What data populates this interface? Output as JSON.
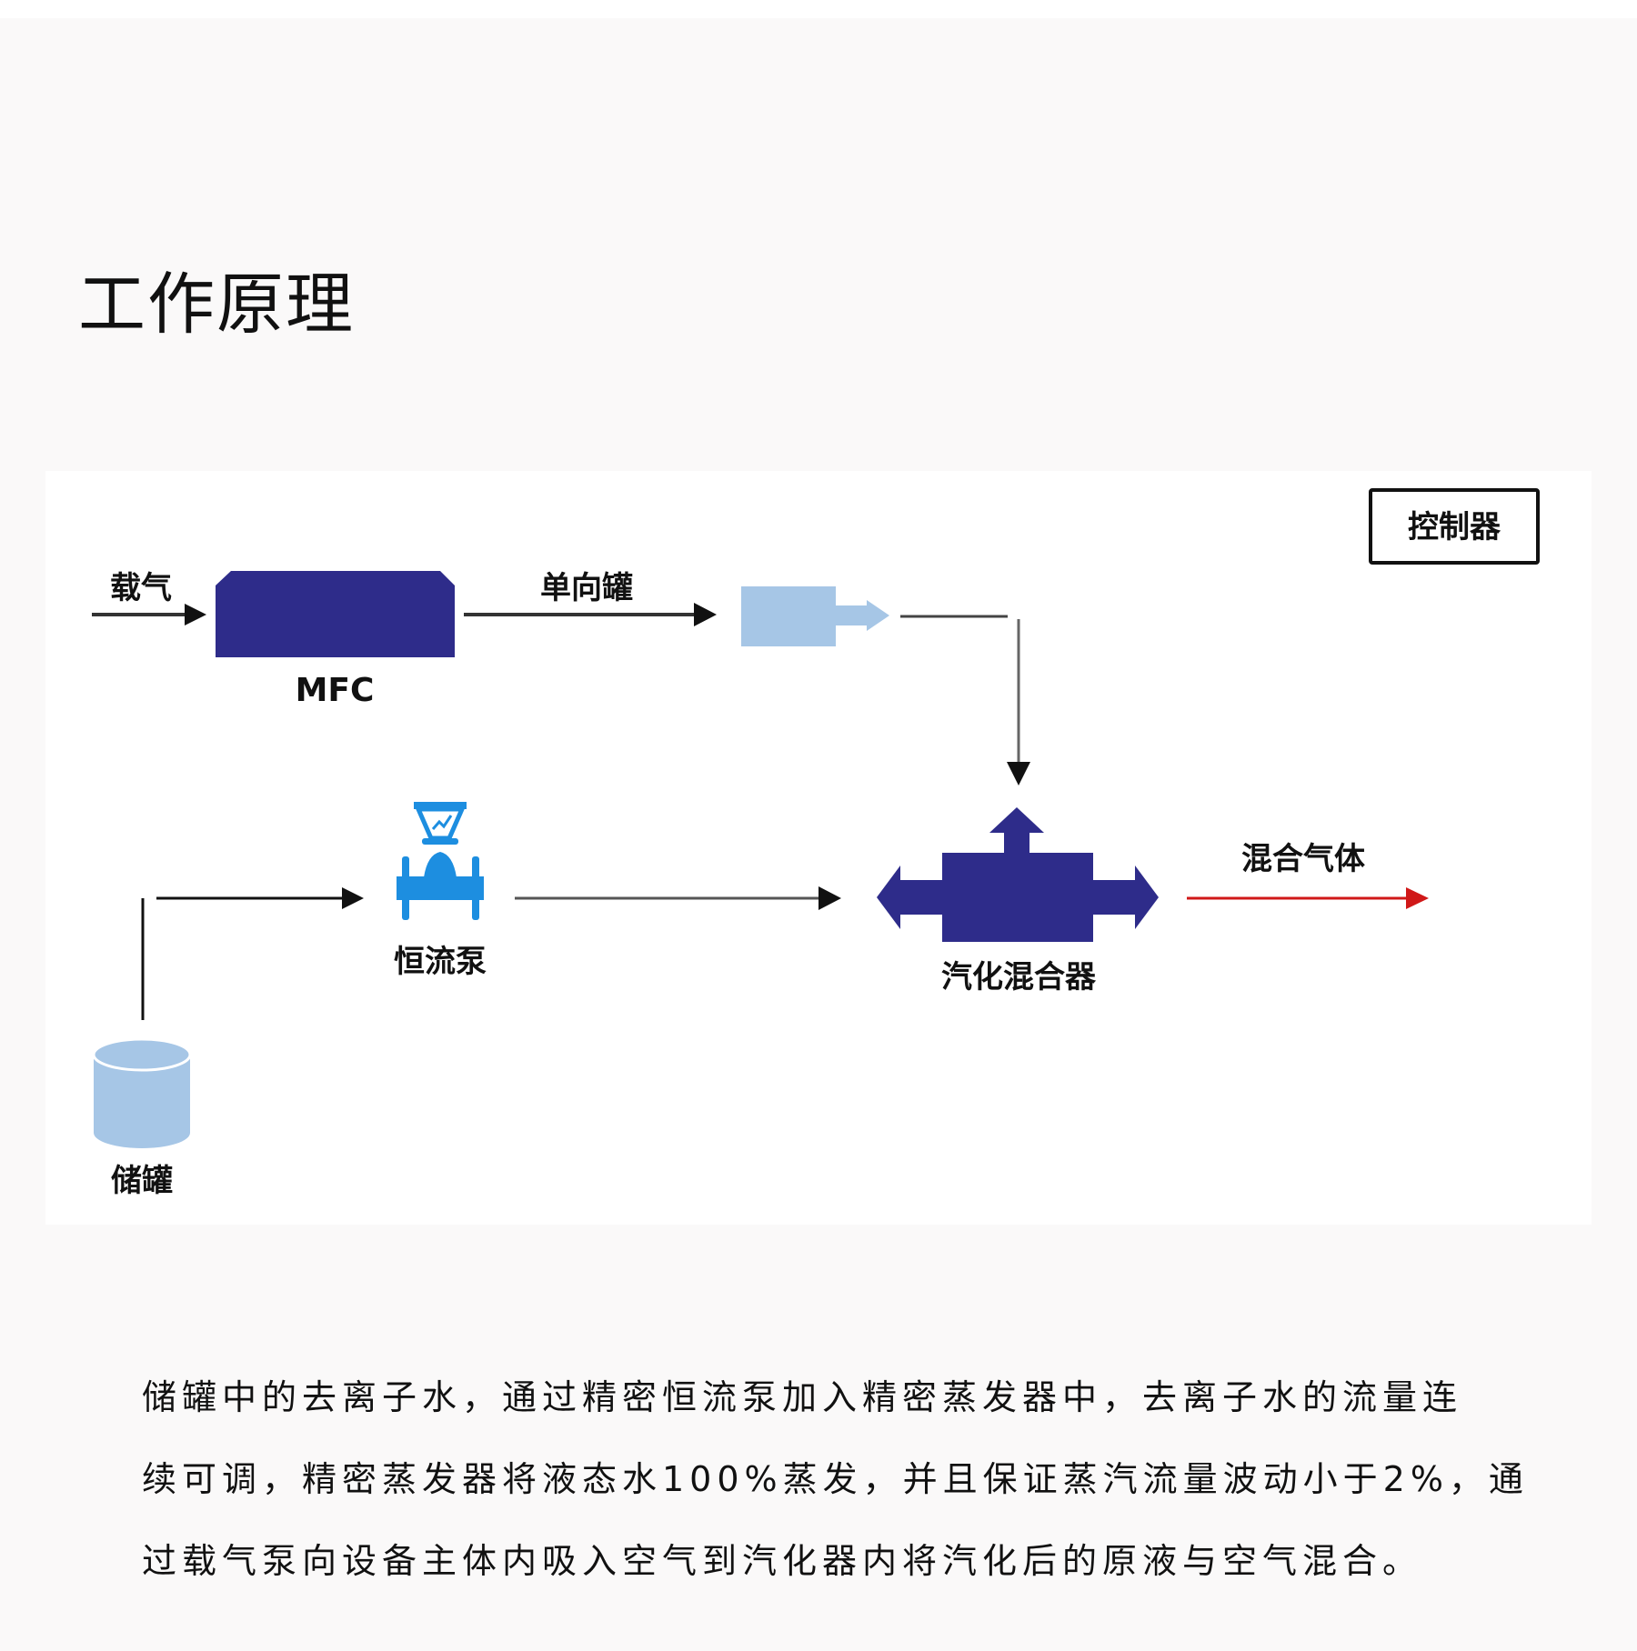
{
  "page": {
    "title": "工作原理"
  },
  "diagram": {
    "controller": {
      "label": "控制器"
    },
    "carrier_gas": {
      "label": "载气"
    },
    "mfc": {
      "label": "MFC"
    },
    "check_valve": {
      "label": "单向罐"
    },
    "pump": {
      "label": "恒流泵"
    },
    "tank": {
      "label": "储罐"
    },
    "mixer": {
      "label": "汽化混合器"
    },
    "mixed_gas": {
      "label": "混合气体"
    },
    "colors": {
      "navy": "#2e2c8a",
      "light_blue": "#a6c6e6",
      "pump_blue": "#1d8ee0",
      "red": "#d01818",
      "line": "#111111"
    }
  },
  "description": {
    "lines": [
      "储罐中的去离子水，通过精密恒流泵加入精密蒸发器中，去离子水的流量连",
      "续可调，精密蒸发器将液态水100%蒸发，并且保证蒸汽流量波动小于2%，通",
      "过载气泵向设备主体内吸入空气到汽化器内将汽化后的原液与空气混合。"
    ]
  }
}
